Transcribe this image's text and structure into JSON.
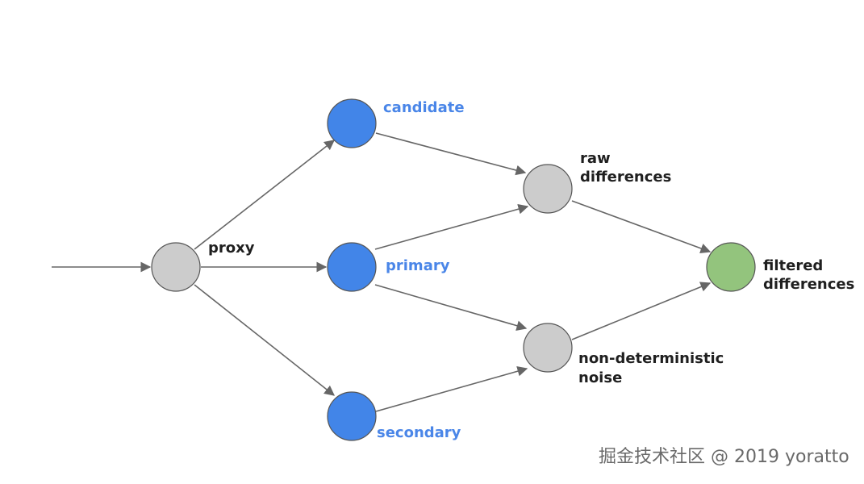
{
  "nodes": {
    "proxy": {
      "label": "proxy",
      "color": "#cccccc"
    },
    "candidate": {
      "label": "candidate",
      "color": "#4285e8"
    },
    "primary": {
      "label": "primary",
      "color": "#4285e8"
    },
    "secondary": {
      "label": "secondary",
      "color": "#4285e8"
    },
    "raw_differences": {
      "label_line1": "raw",
      "label_line2": "differences",
      "color": "#cccccc"
    },
    "noise": {
      "label_line1": "non-deterministic",
      "label_line2": "noise",
      "color": "#cccccc"
    },
    "filtered_differences": {
      "label_line1": "filtered",
      "label_line2": "differences",
      "color": "#93c47d"
    }
  },
  "edges": [
    {
      "from": "input",
      "to": "proxy"
    },
    {
      "from": "proxy",
      "to": "candidate"
    },
    {
      "from": "proxy",
      "to": "primary"
    },
    {
      "from": "proxy",
      "to": "secondary"
    },
    {
      "from": "candidate",
      "to": "raw_differences"
    },
    {
      "from": "primary",
      "to": "raw_differences"
    },
    {
      "from": "primary",
      "to": "noise"
    },
    {
      "from": "secondary",
      "to": "noise"
    },
    {
      "from": "raw_differences",
      "to": "filtered_differences"
    },
    {
      "from": "noise",
      "to": "filtered_differences"
    }
  ],
  "colors": {
    "edge": "#666666",
    "node_stroke": "#555555",
    "label_dark": "#1f1f1f",
    "label_blue": "#4a86e8"
  },
  "watermark": "掘金技术社区 @ 2019 yoratto"
}
